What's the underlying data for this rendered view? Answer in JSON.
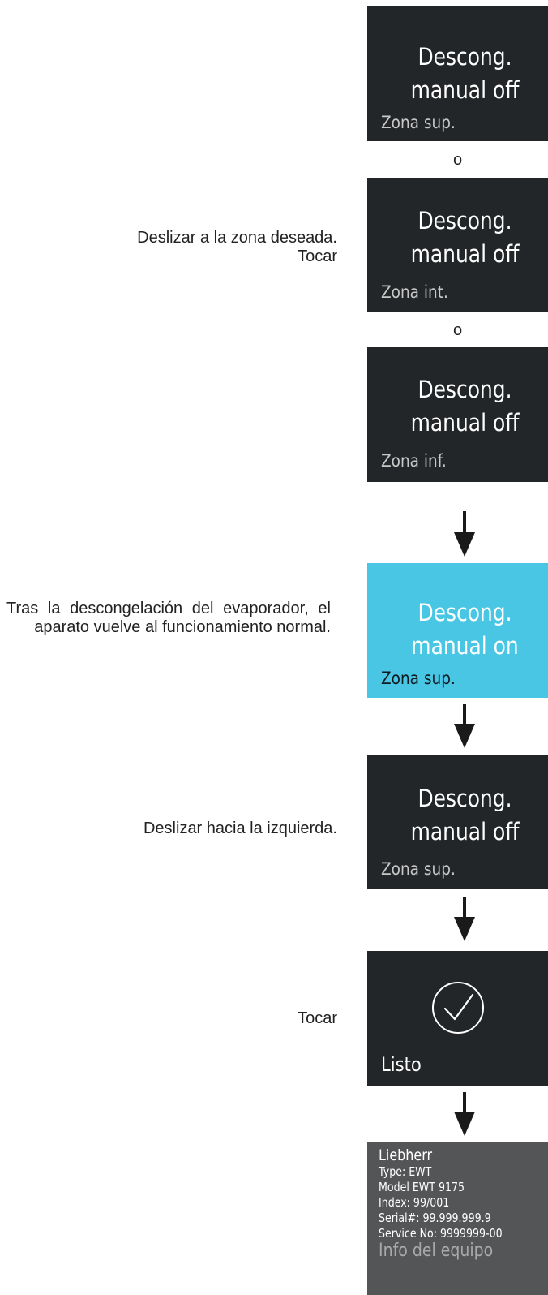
{
  "screens": [
    {
      "title1": "Descong.",
      "title2": "manual off",
      "zone": "Zona sup."
    },
    {
      "title1": "Descong.",
      "title2": "manual off",
      "zone": "Zona int."
    },
    {
      "title1": "Descong.",
      "title2": "manual off",
      "zone": "Zona inf."
    },
    {
      "title1": "Descong.",
      "title2": "manual on",
      "zone": "Zona sup."
    },
    {
      "title1": "Descong.",
      "title2": "manual off",
      "zone": "Zona sup."
    }
  ],
  "or_label": "o",
  "instructions": {
    "swipe_zone": "Deslizar a la zona deseada.",
    "tap_1": "Tocar",
    "after_defrost": "Tras la descongelación del evaporador, el aparato vuelve al funcionamiento normal.",
    "swipe_left": "Deslizar hacia la izquierda.",
    "tap_2": "Tocar"
  },
  "done": {
    "label": "Listo",
    "icon": "check-circle-icon"
  },
  "device_info": {
    "brand": "Liebherr",
    "type": "Type: EWT",
    "model": "Model EWT 9175",
    "index": "Index: 99/001",
    "serial": "Serial#: 99.999.999.9",
    "service": "Service No: 9999999-00",
    "footer": "Info del equipo"
  },
  "colors": {
    "dark_panel": "#232628",
    "active_panel": "#48c6e4",
    "info_panel": "#545557",
    "arrow": "#1a1a1a"
  }
}
